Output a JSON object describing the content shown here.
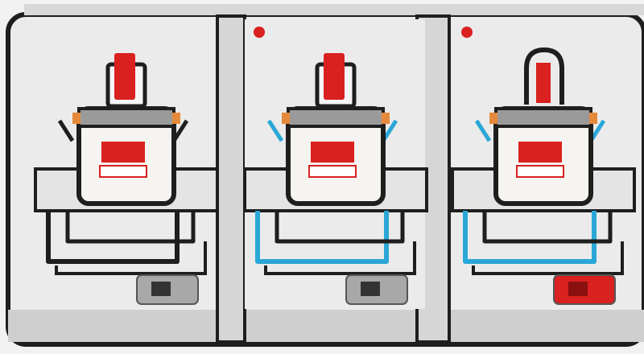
{
  "colors": {
    "background": "#f2f2f2",
    "panel": "#ebebeb",
    "outline": "#1e1e1e",
    "red": "#d9211f",
    "blue": "#2aa7d6",
    "gray": "#8c8c8c",
    "label": "#ffffff"
  },
  "units": [
    {
      "indicator": "none",
      "cap": "closed",
      "hoses": "black",
      "battery": "gray"
    },
    {
      "indicator": "red-dot",
      "cap": "closed",
      "hoses": "blue",
      "battery": "gray"
    },
    {
      "indicator": "red-dot",
      "cap": "open-loop",
      "hoses": "blue",
      "battery": "red"
    }
  ]
}
